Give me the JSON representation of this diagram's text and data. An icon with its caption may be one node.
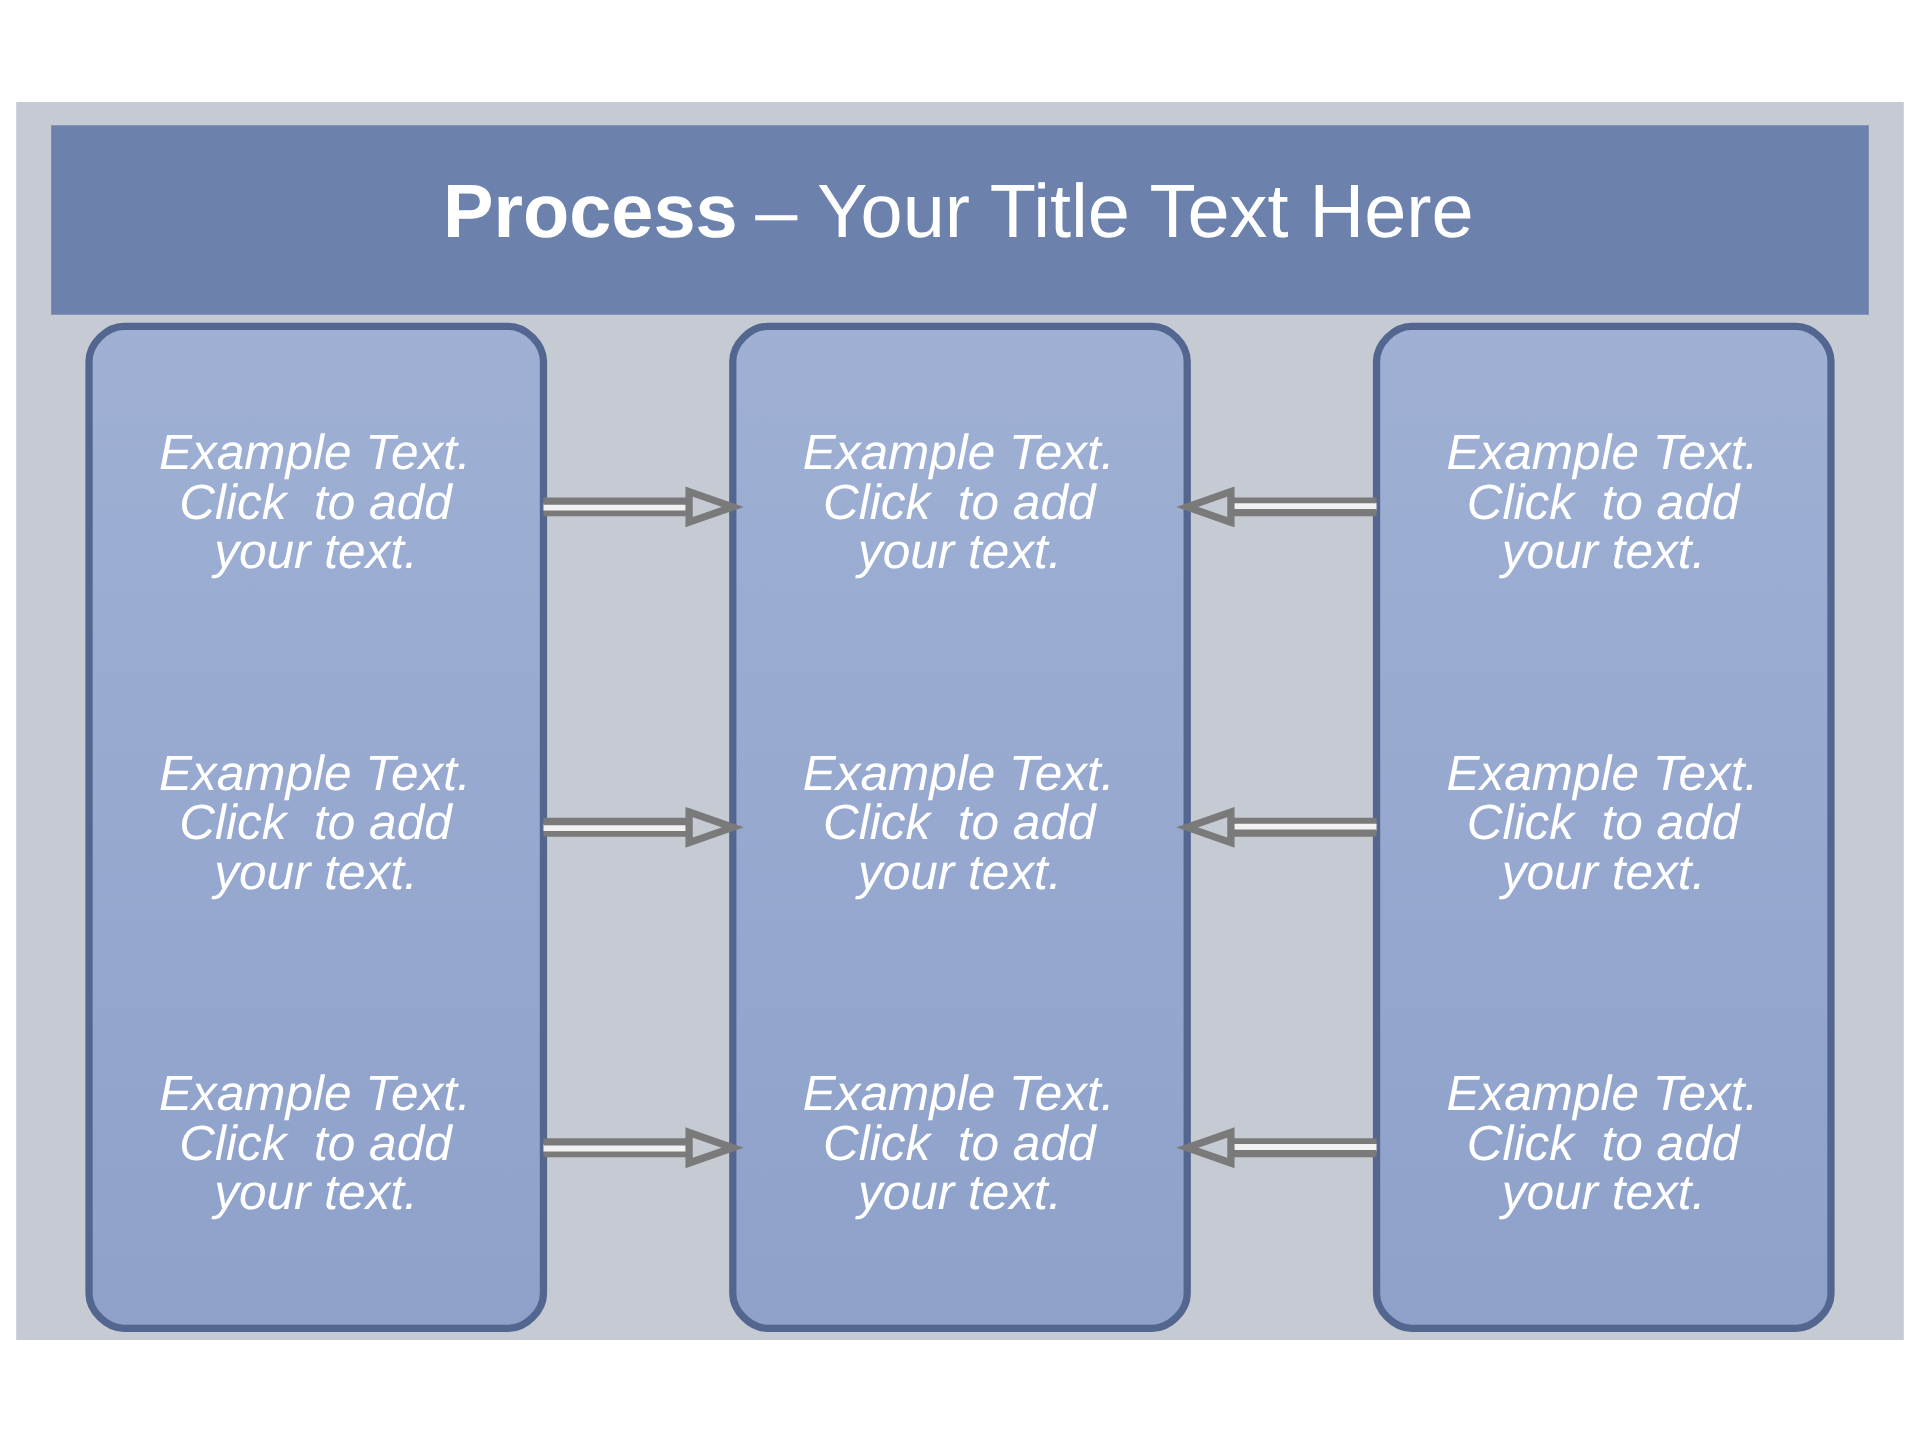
{
  "diagram": {
    "title": "**Process** – Your Title Text Here",
    "nodes": [
      {
        "text": [
          "Example Text. Click  to add your text.",
          "Example Text. Click  to add your text.",
          "Example Text. Click  to add your text."
        ]
      },
      {
        "text": [
          "Example Text. Click  to add your text.",
          "Example Text. Click  to add your text.",
          "Example Text. Click  to add your text."
        ]
      },
      {
        "text": [
          "Example Text. Click  to add your text.",
          "Example Text. Click  to add your text.",
          "Example Text. Click  to add your text."
        ]
      }
    ],
    "edges": [
      {
        "from": 0,
        "to": 1,
        "arrow": "to"
      },
      {
        "from": 0,
        "to": 1,
        "arrow": "to"
      },
      {
        "from": 0,
        "to": 1,
        "arrow": "to"
      },
      {
        "from": 2,
        "to": 1,
        "arrow": "to"
      },
      {
        "from": 2,
        "to": 1,
        "arrow": "to"
      },
      {
        "from": 2,
        "to": 1,
        "arrow": "to"
      }
    ]
  }
}
